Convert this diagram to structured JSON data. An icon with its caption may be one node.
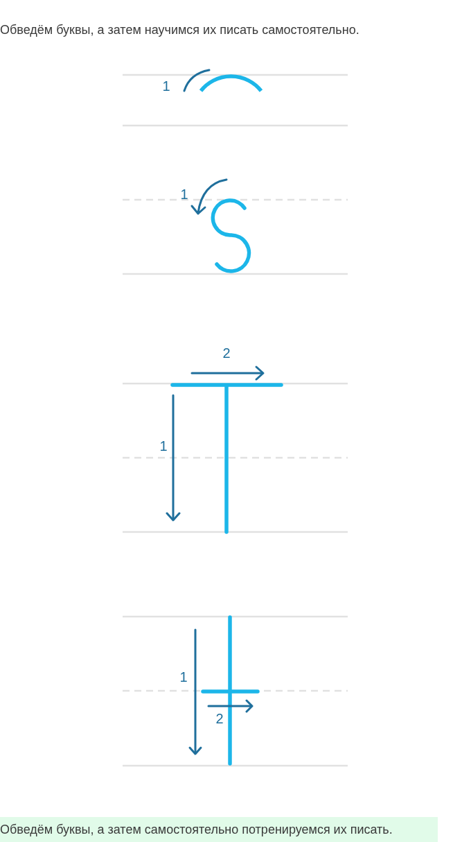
{
  "diagram": {
    "nodes": [
      {
        "text": [
          "Обведём буквы, а затем самостоятельно потренируемся их писать."
        ]
      }
    ],
    "labels": [
      "Обведём буквы, а затем научимся их писать самостоятельно.",
      "1",
      "1",
      "2",
      "1",
      "1",
      "2"
    ]
  }
}
